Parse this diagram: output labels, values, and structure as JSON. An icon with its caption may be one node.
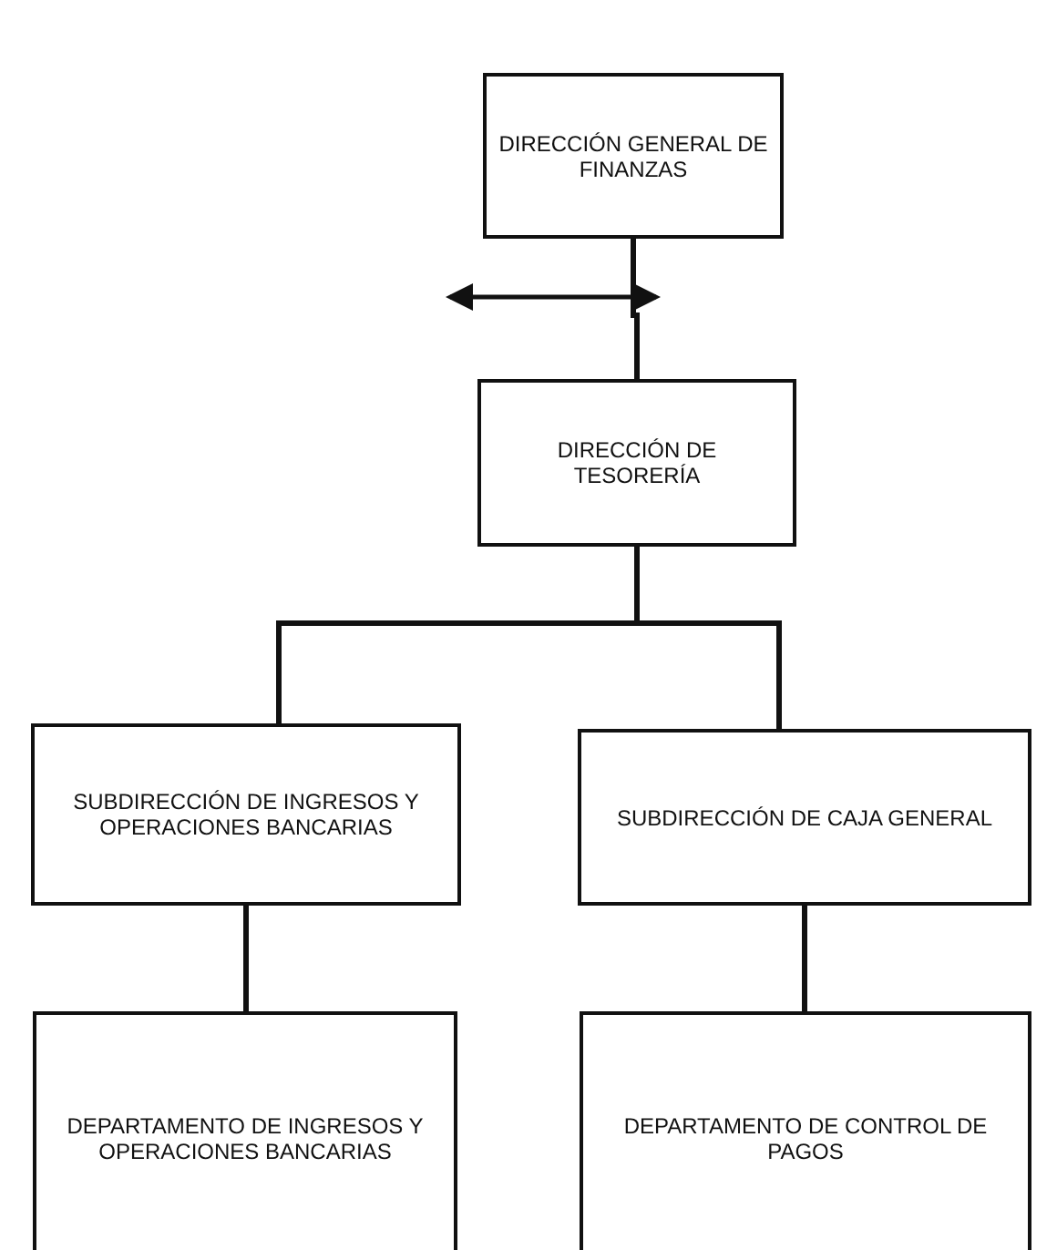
{
  "diagram": {
    "nodes": [
      {
        "text": [
          "DIRECCIÓN GENERAL DE FINANZAS"
        ]
      },
      {
        "text": [
          "DIRECCIÓN DE TESORERÍA"
        ]
      },
      {
        "text": [
          "SUBDIRECCIÓN DE INGRESOS Y OPERACIONES BANCARIAS"
        ]
      },
      {
        "text": [
          "SUBDIRECCIÓN DE CAJA GENERAL"
        ]
      },
      {
        "text": [
          "DEPARTAMENTO DE INGRESOS Y OPERACIONES BANCARIAS"
        ]
      },
      {
        "text": [
          "DEPARTAMENTO DE CONTROL DE PAGOS"
        ]
      }
    ],
    "edges": [
      {
        "from": 0,
        "to": 1,
        "arrow": "none"
      },
      {
        "from": 1,
        "to": 2,
        "arrow": "none"
      },
      {
        "from": 1,
        "to": 3,
        "arrow": "none"
      },
      {
        "from": 2,
        "to": 4,
        "arrow": "none"
      },
      {
        "from": 3,
        "to": 5,
        "arrow": "none"
      }
    ]
  }
}
